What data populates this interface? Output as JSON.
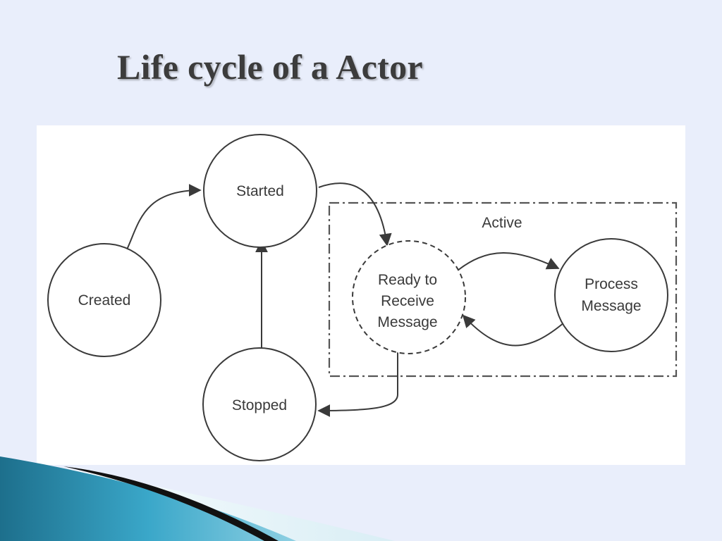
{
  "slide": {
    "title": "Life cycle of a Actor"
  },
  "diagram": {
    "states": {
      "created": "Created",
      "started": "Started",
      "stopped": "Stopped",
      "ready_line1": "Ready to",
      "ready_line2": "Receive",
      "ready_line3": "Message",
      "process_line1": "Process",
      "process_line2": "Message"
    },
    "group_label": "Active"
  },
  "colors": {
    "background": "#e9eefb",
    "panel": "#ffffff",
    "line": "#3a3a3a",
    "accent_teal": "#2a8fb0",
    "accent_dark": "#111111"
  }
}
